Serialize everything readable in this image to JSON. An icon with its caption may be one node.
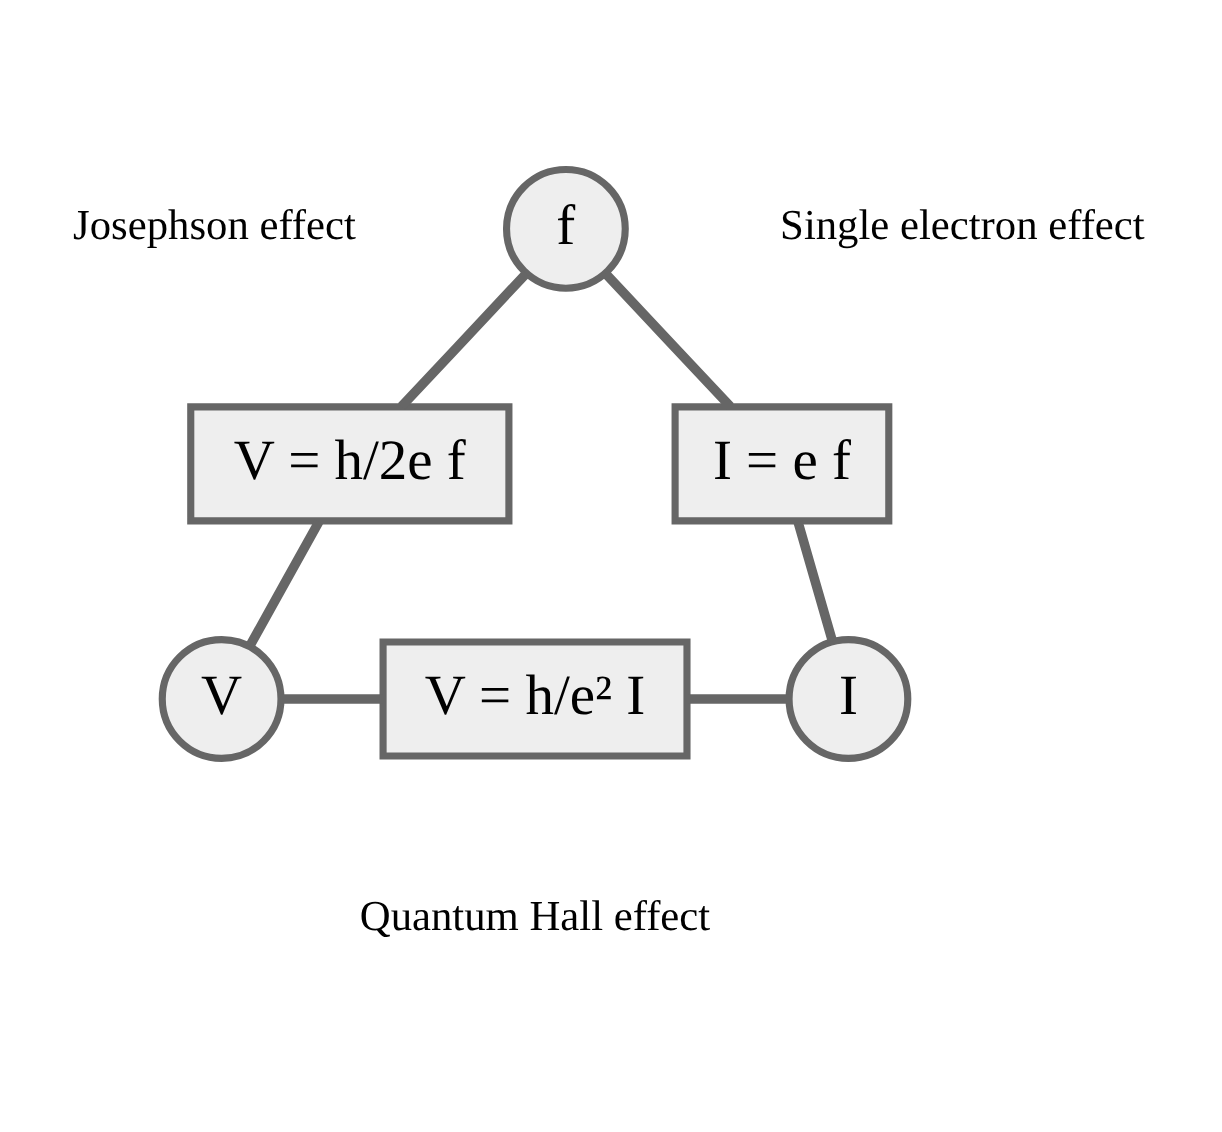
{
  "diagram": {
    "nodes": [
      {
        "text": [
          "f"
        ]
      },
      {
        "text": [
          "V = h/2e f"
        ]
      },
      {
        "text": [
          "I = e f"
        ]
      },
      {
        "text": [
          "V"
        ]
      },
      {
        "text": [
          "V = h/e² I"
        ]
      },
      {
        "text": [
          "I"
        ]
      }
    ],
    "edges": [
      {
        "from": 0,
        "to": 1,
        "arrow": "none"
      },
      {
        "from": 1,
        "to": 3,
        "arrow": "none"
      },
      {
        "from": 0,
        "to": 2,
        "arrow": "none"
      },
      {
        "from": 2,
        "to": 5,
        "arrow": "none"
      },
      {
        "from": 3,
        "to": 4,
        "arrow": "none"
      },
      {
        "from": 4,
        "to": 5,
        "arrow": "none"
      }
    ],
    "labels": [
      "Josephson effect",
      "Single electron effect",
      "Quantum Hall effect"
    ]
  }
}
